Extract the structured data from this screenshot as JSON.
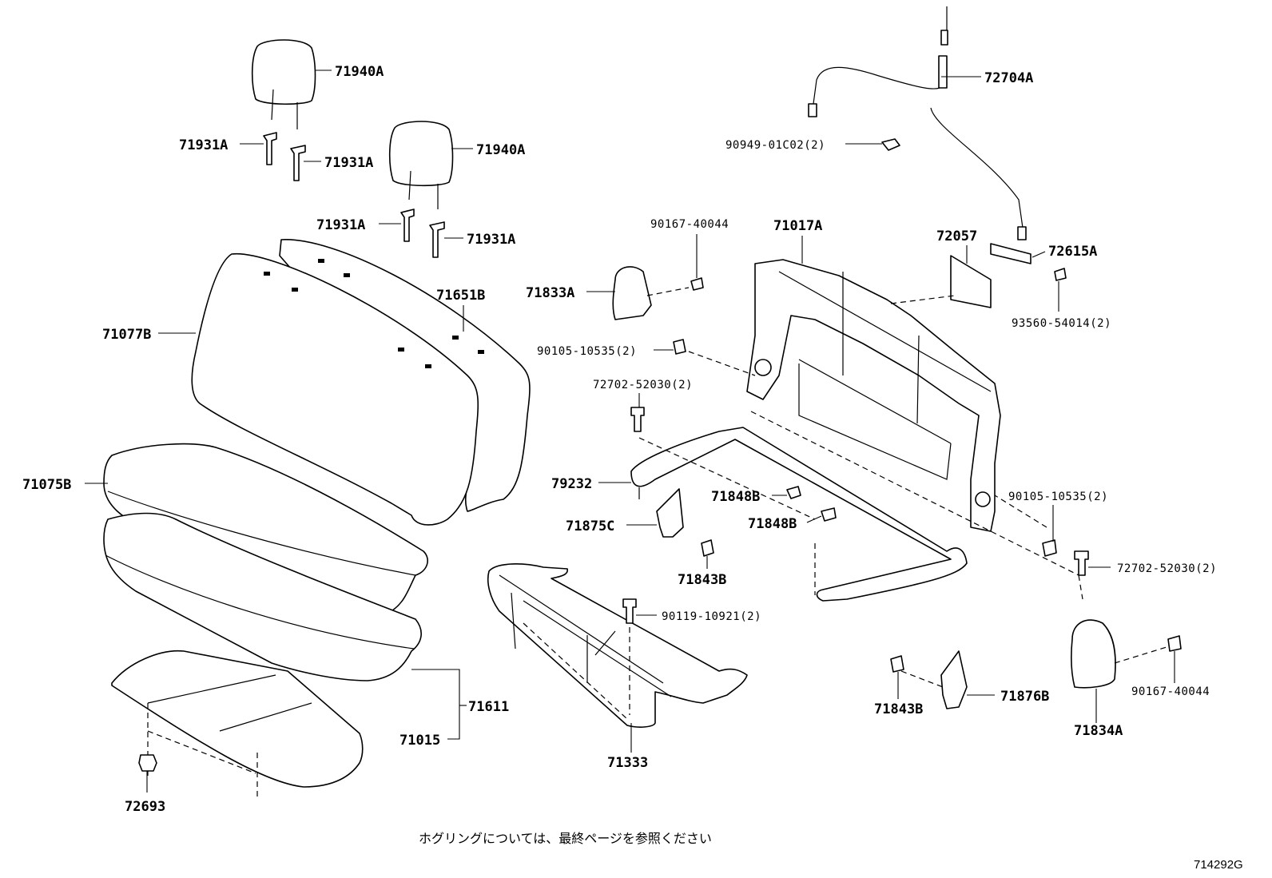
{
  "labels": {
    "l71940A_1": "71940A",
    "l71931A_1": "71931A",
    "l71931A_2": "71931A",
    "l71940A_2": "71940A",
    "l71931A_3": "71931A",
    "l71931A_4": "71931A",
    "l71651B": "71651B",
    "l71077B": "71077B",
    "l71075B": "71075B",
    "l71611": "71611",
    "l71015": "71015",
    "l72693": "72693",
    "l72704A": "72704A",
    "l90949": "90949-01C02(2)",
    "l90167_1": "90167-40044",
    "l71017A": "71017A",
    "l72057": "72057",
    "l72615A": "72615A",
    "l71833A": "71833A",
    "l93560": "93560-54014(2)",
    "l90105_1": "90105-10535(2)",
    "l72702_1": "72702-52030(2)",
    "l79232": "79232",
    "l71848B_1": "71848B",
    "l71848B_2": "71848B",
    "l71875C": "71875C",
    "l71843B_1": "71843B",
    "l90105_2": "90105-10535(2)",
    "l72702_2": "72702-52030(2)",
    "l90119": "90119-10921(2)",
    "l71333": "71333",
    "l71843B_2": "71843B",
    "l71876B": "71876B",
    "l71834A": "71834A",
    "l90167_2": "90167-40044"
  },
  "note": "ホグリングについては、最終ページを参照ください",
  "figure_id": "714292G"
}
